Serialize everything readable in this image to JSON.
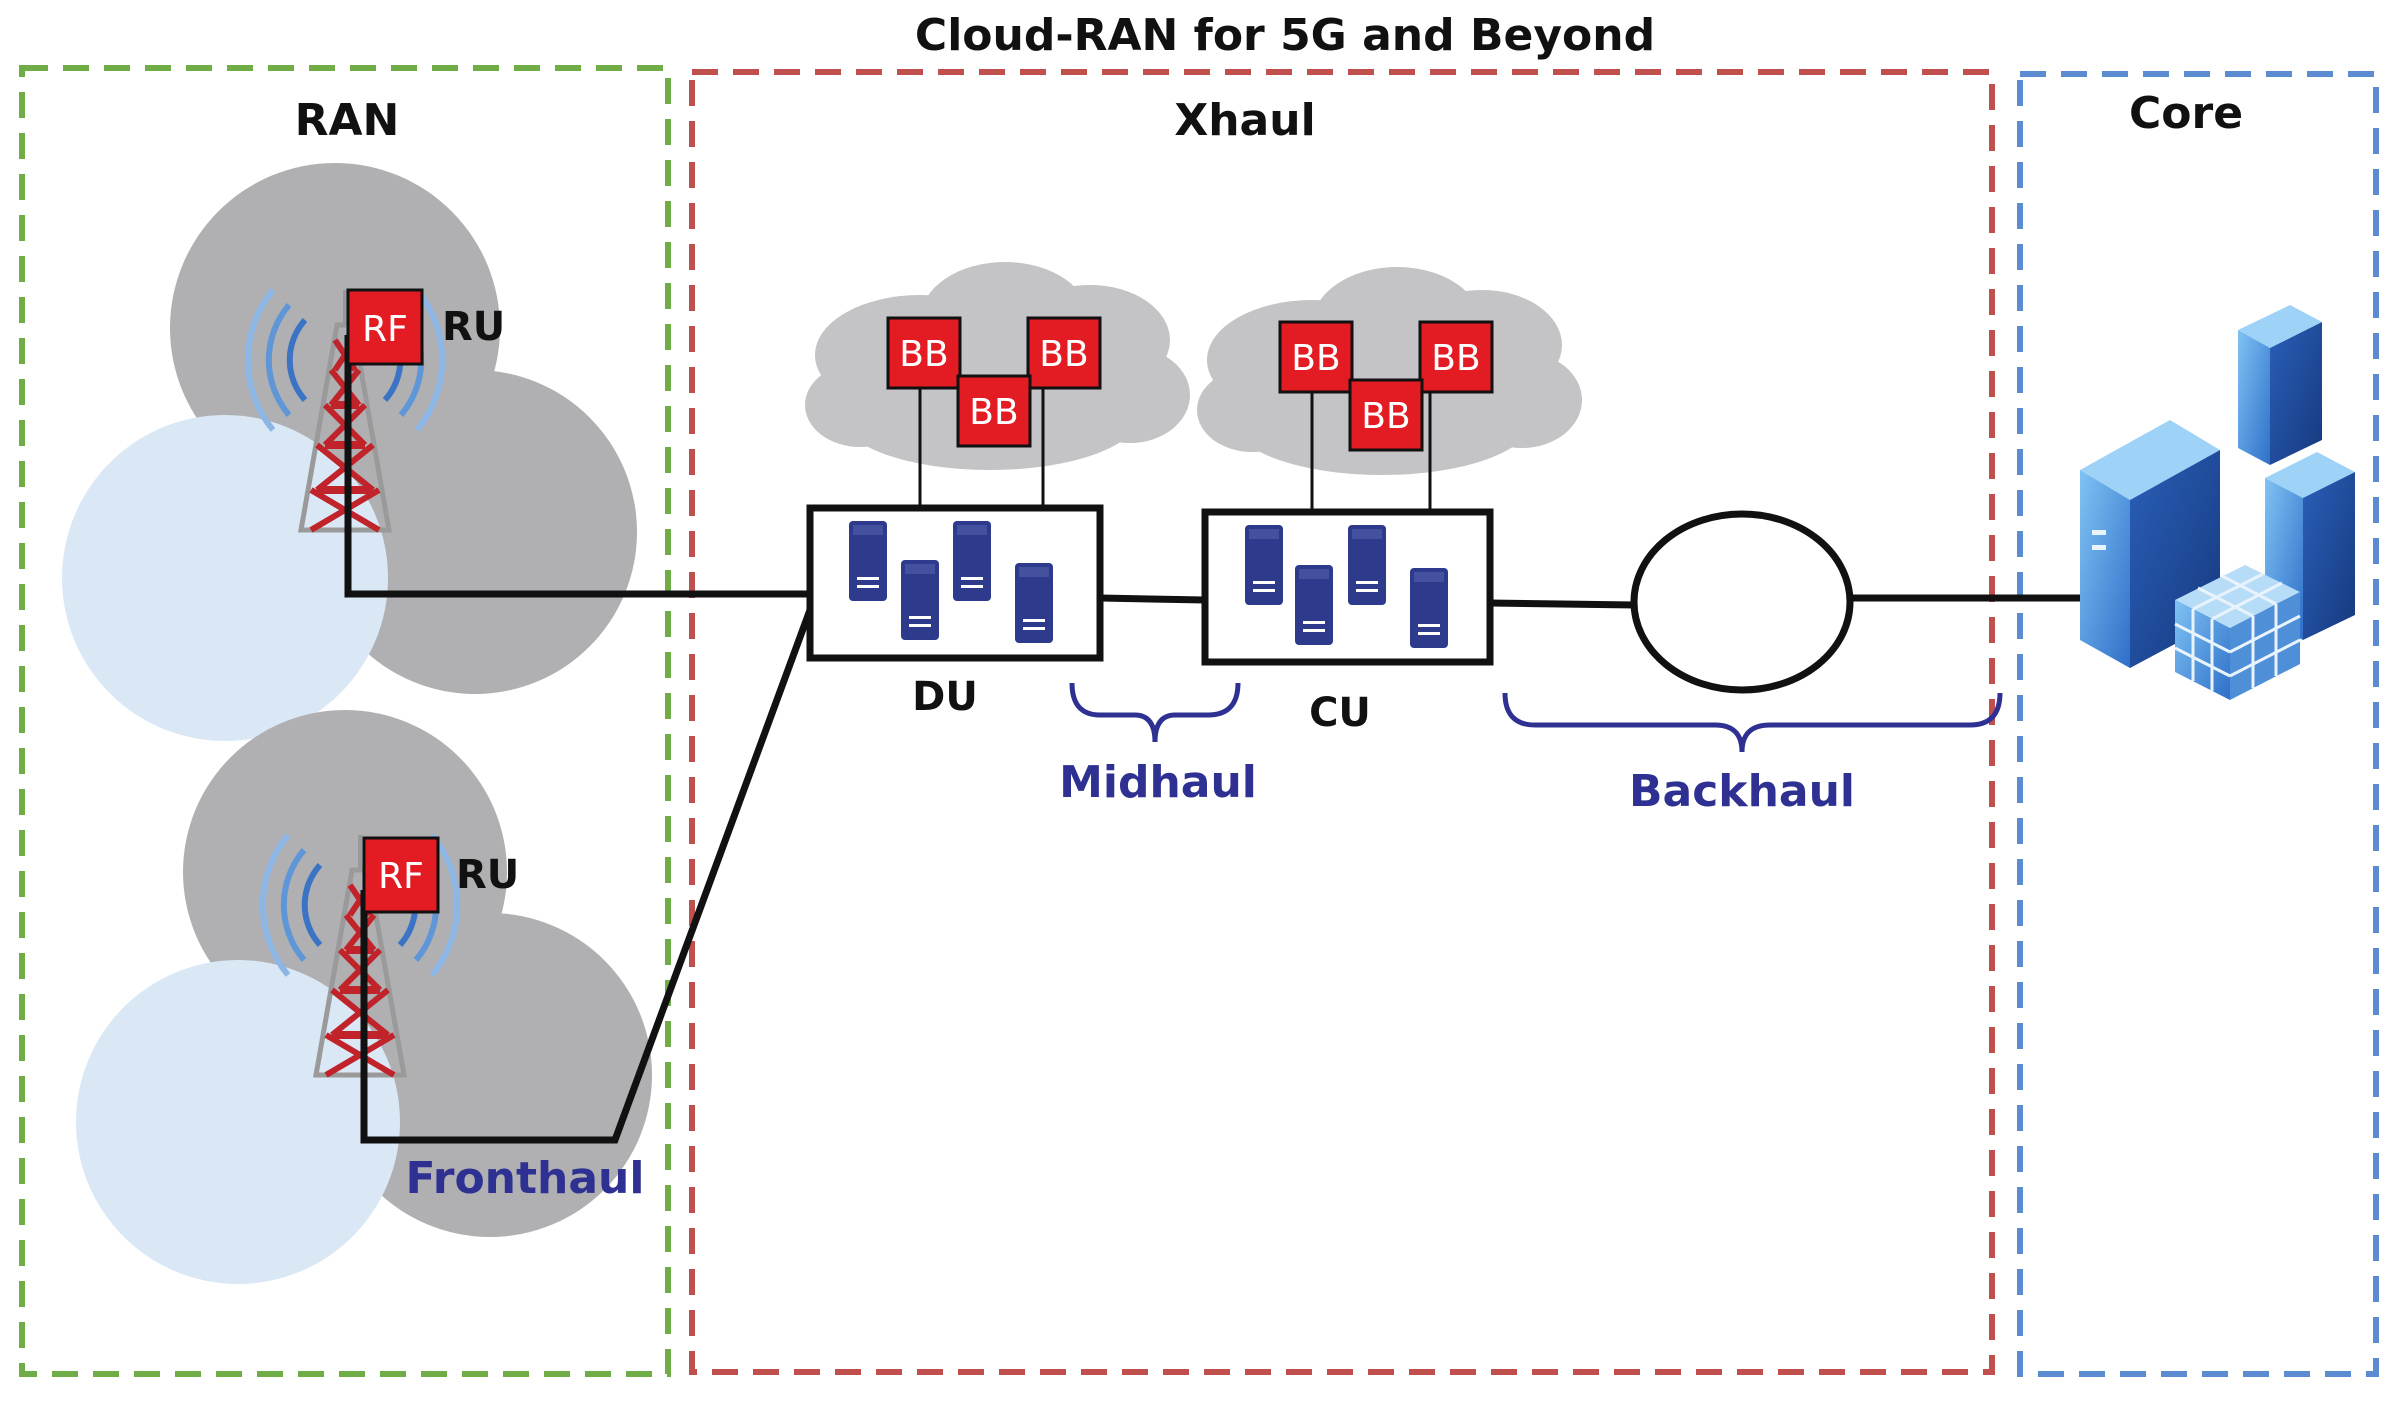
{
  "title": "Cloud-RAN for 5G and Beyond",
  "regions": {
    "ran": "RAN",
    "xhaul": "Xhaul",
    "core": "Core"
  },
  "chips": {
    "rf": "RF",
    "bb": "BB"
  },
  "labels": {
    "ru": "RU",
    "du": "DU",
    "cu": "CU",
    "midhaul": "Midhaul",
    "backhaul": "Backhaul",
    "fronthaul": "Fronthaul"
  },
  "colors": {
    "ran_border": "#70AD47",
    "xhaul_border": "#C0504D",
    "core_border": "#5B8BD0",
    "chip_fill": "#E31B23",
    "haul_text": "#2E3192",
    "server_fill": "#2E3B8C",
    "cell_gray": "#B0B0B2",
    "cell_blue": "#DAE8F6",
    "cloud_gray": "#C4C4C6",
    "link": "#111111"
  },
  "icons": [
    "cell-tower-icon",
    "server-icon",
    "cloud-icon",
    "datacenter-icon"
  ]
}
